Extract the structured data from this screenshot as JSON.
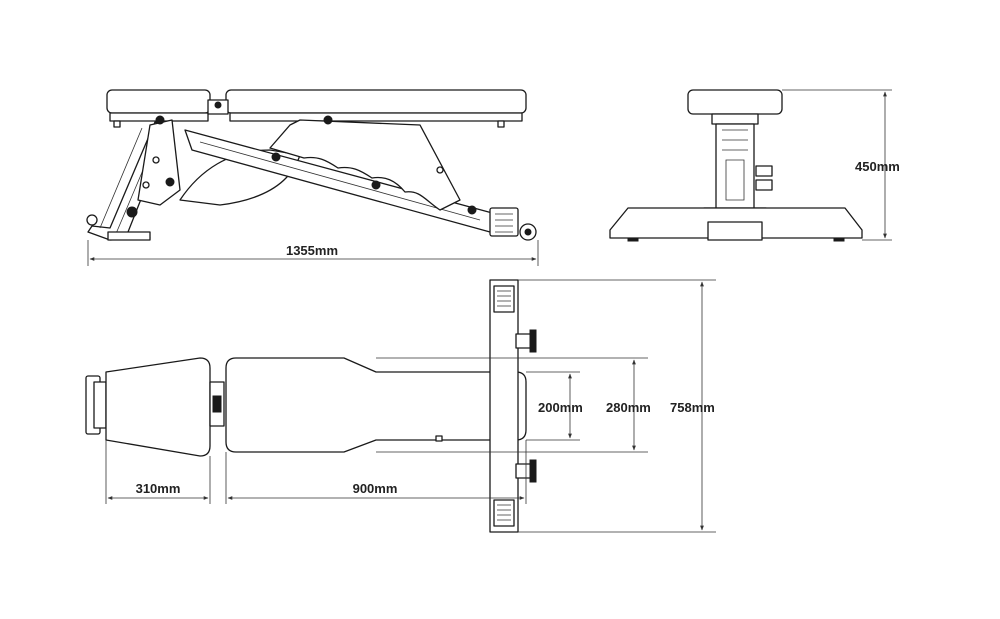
{
  "dimensions": {
    "side_length": "1355mm",
    "height": "450mm",
    "seat_length": "310mm",
    "back_length": "900mm",
    "narrow_width": "200mm",
    "pad_width": "280mm",
    "overall_width": "758mm"
  }
}
